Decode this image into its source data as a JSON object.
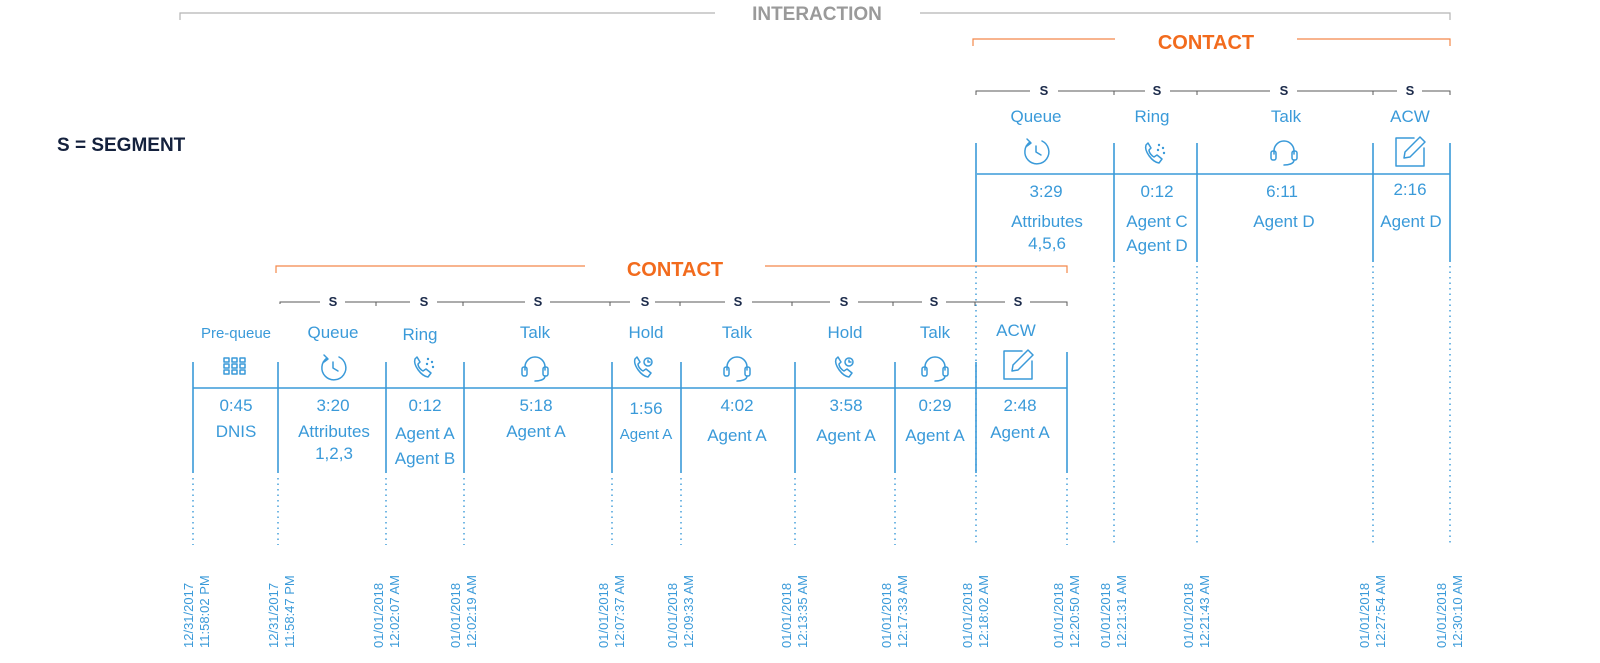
{
  "legend": "S = SEGMENT",
  "interaction_label": "INTERACTION",
  "contact_label": "CONTACT",
  "segment_marker": "S",
  "colors": {
    "blue": "#3a9ad9",
    "orange": "#f26b1d",
    "gray": "#9a9a9a",
    "navy": "#14213d"
  },
  "contact_1": {
    "phases": [
      {
        "name": "Pre-queue",
        "icon": "keypad-icon",
        "duration": "0:45",
        "details": [
          "DNIS"
        ]
      },
      {
        "name": "Queue",
        "icon": "timer-icon",
        "duration": "3:20",
        "details": [
          "Attributes",
          "1,2,3"
        ]
      },
      {
        "name": "Ring",
        "icon": "ringing-phone-icon",
        "duration": "0:12",
        "details": [
          "Agent A",
          "Agent B"
        ]
      },
      {
        "name": "Talk",
        "icon": "headset-icon",
        "duration": "5:18",
        "details": [
          "Agent A"
        ]
      },
      {
        "name": "Hold",
        "icon": "hold-phone-icon",
        "duration": "1:56",
        "details": [
          "Agent A"
        ]
      },
      {
        "name": "Talk",
        "icon": "headset-icon",
        "duration": "4:02",
        "details": [
          "Agent A"
        ]
      },
      {
        "name": "Hold",
        "icon": "hold-phone-icon",
        "duration": "3:58",
        "details": [
          "Agent A"
        ]
      },
      {
        "name": "Talk",
        "icon": "headset-icon",
        "duration": "0:29",
        "details": [
          "Agent A"
        ]
      },
      {
        "name": "ACW",
        "icon": "edit-note-icon",
        "duration": "2:48",
        "details": [
          "Agent A"
        ]
      }
    ]
  },
  "contact_2": {
    "phases": [
      {
        "name": "Queue",
        "icon": "timer-icon",
        "duration": "3:29",
        "details": [
          "Attributes",
          "4,5,6"
        ]
      },
      {
        "name": "Ring",
        "icon": "ringing-phone-icon",
        "duration": "0:12",
        "details": [
          "Agent C",
          "Agent D"
        ]
      },
      {
        "name": "Talk",
        "icon": "headset-icon",
        "duration": "6:11",
        "details": [
          "Agent D"
        ]
      },
      {
        "name": "ACW",
        "icon": "edit-note-icon",
        "duration": "2:16",
        "details": [
          "Agent D"
        ]
      }
    ]
  },
  "timestamps": [
    {
      "date": "12/31/2017",
      "time": "11:58:02 PM"
    },
    {
      "date": "12/31/2017",
      "time": "11:58:47 PM"
    },
    {
      "date": "01/01/2018",
      "time": "12:02:07 AM"
    },
    {
      "date": "01/01/2018",
      "time": "12:02:19 AM"
    },
    {
      "date": "01/01/2018",
      "time": "12:07:37 AM"
    },
    {
      "date": "01/01/2018",
      "time": "12:09:33 AM"
    },
    {
      "date": "01/01/2018",
      "time": "12:13:35 AM"
    },
    {
      "date": "01/01/2018",
      "time": "12:17:33 AM"
    },
    {
      "date": "01/01/2018",
      "time": "12:18:02 AM"
    },
    {
      "date": "01/01/2018",
      "time": "12:20:50 AM"
    },
    {
      "date": "01/01/2018",
      "time": "12:21:31 AM"
    },
    {
      "date": "01/01/2018",
      "time": "12:21:43 AM"
    },
    {
      "date": "01/01/2018",
      "time": "12:27:54 AM"
    },
    {
      "date": "01/01/2018",
      "time": "12:30:10 AM"
    }
  ]
}
